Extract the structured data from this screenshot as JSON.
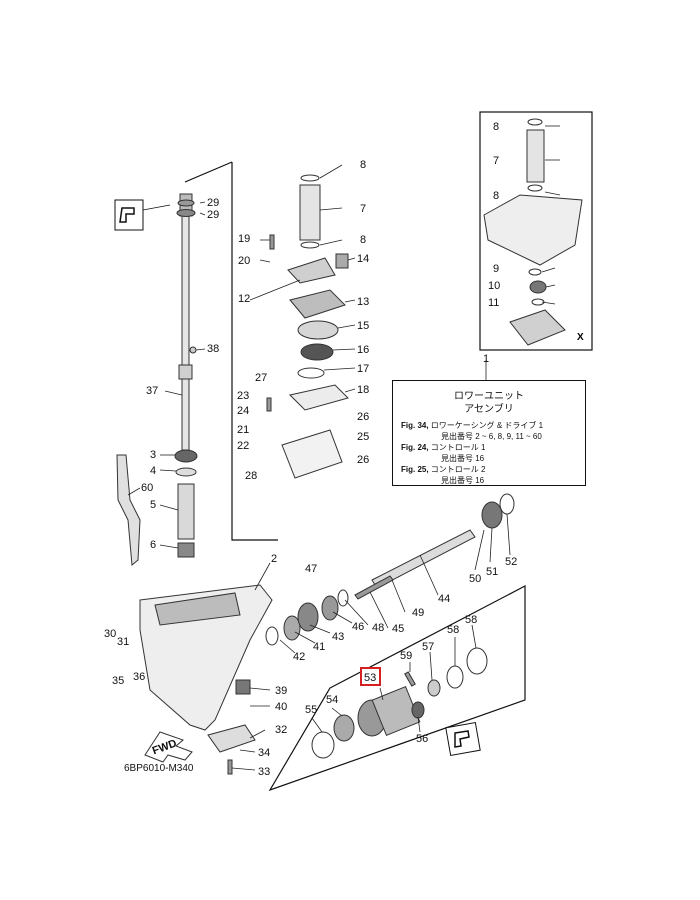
{
  "diagram": {
    "drawing_code": "6BP6010-M340",
    "fwd_label": "FWD",
    "inset_corner_label": "X",
    "highlighted_callout": "53",
    "highlight_color": "#d42020",
    "legend": {
      "title_line1": "ロワーユニット",
      "title_line2": "アセンブリ",
      "rows": [
        {
          "bold": "Fig. 34,",
          "text": " ロワーケーシング & ドライブ 1",
          "indent": false
        },
        {
          "bold": "",
          "text": "見出番号 2 ~ 6, 8, 9, 11 ~ 60",
          "indent": true
        },
        {
          "bold": "Fig. 24,",
          "text": " コントロール 1",
          "indent": false
        },
        {
          "bold": "",
          "text": "見出番号 16",
          "indent": true
        },
        {
          "bold": "Fig. 25,",
          "text": " コントロール 2",
          "indent": false
        },
        {
          "bold": "",
          "text": "見出番号 16",
          "indent": true
        }
      ]
    },
    "callouts": [
      "1",
      "2",
      "3",
      "4",
      "5",
      "6",
      "7",
      "8",
      "9",
      "10",
      "11",
      "12",
      "13",
      "14",
      "15",
      "16",
      "17",
      "18",
      "19",
      "20",
      "21",
      "22",
      "23",
      "24",
      "25",
      "26",
      "27",
      "28",
      "29",
      "30",
      "31",
      "32",
      "33",
      "34",
      "35",
      "36",
      "37",
      "38",
      "39",
      "40",
      "41",
      "42",
      "43",
      "44",
      "45",
      "47",
      "48",
      "49",
      "50",
      "51",
      "52",
      "53",
      "54",
      "55",
      "56",
      "57",
      "58",
      "59",
      "60"
    ]
  }
}
